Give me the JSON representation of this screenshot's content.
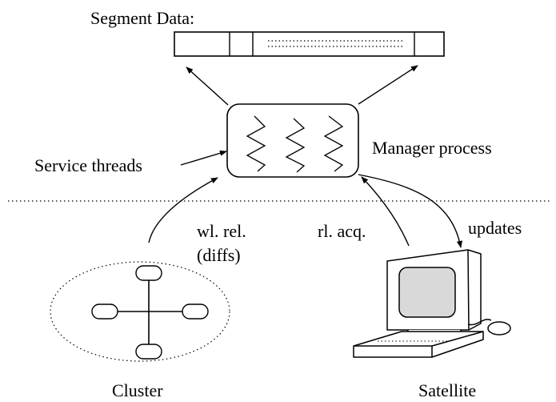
{
  "labels": {
    "segment_data": "Segment Data:",
    "service_threads": "Service threads",
    "manager_process": "Manager process",
    "wl_rel": "wl. rel.",
    "diffs": "(diffs)",
    "rl_acq": "rl. acq.",
    "updates": "updates",
    "cluster": "Cluster",
    "satellite": "Satellite"
  },
  "colors": {
    "stroke": "#000000",
    "background": "#ffffff",
    "screen": "#d9d9d9"
  }
}
